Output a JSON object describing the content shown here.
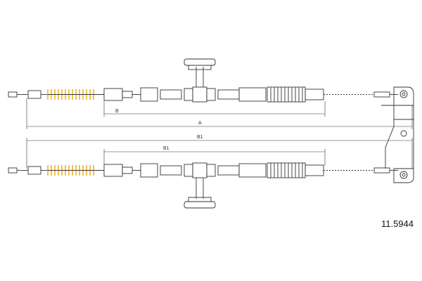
{
  "diagram": {
    "part_number": "11.5944",
    "dimension_labels": {
      "top_short": "B",
      "top_long": "A",
      "bottom_long": "B1",
      "bottom_short": "B1"
    }
  },
  "colors": {
    "line": "#333333",
    "accent": "#f0a800",
    "background": "#ffffff"
  }
}
